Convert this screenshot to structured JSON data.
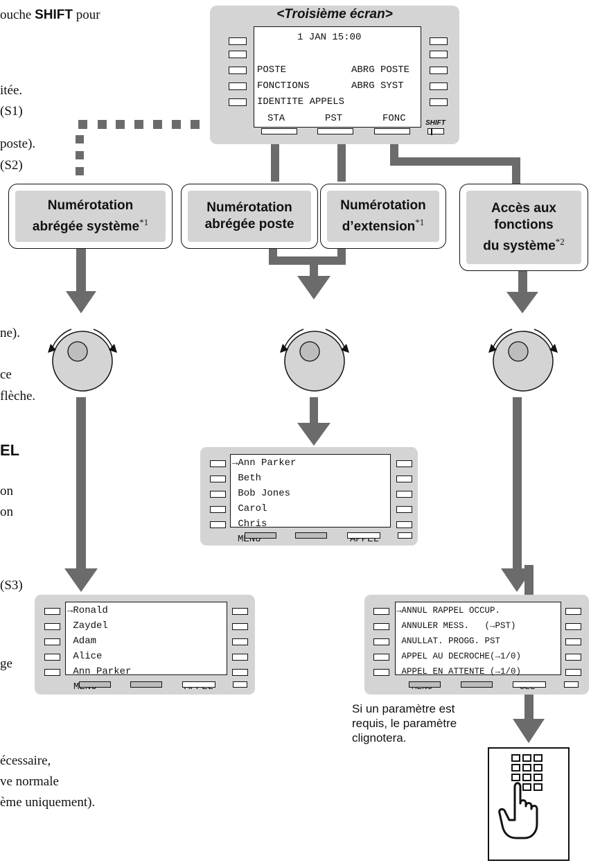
{
  "left_text": {
    "line_1_prefix": "ouche ",
    "line_1_key": "SHIFT",
    "line_1_suffix": " pour",
    "line_2": "itée.",
    "line_3": "(S1)",
    "line_4": "poste).",
    "line_5": "(S2)",
    "line_6": "ne).",
    "line_7": "ce",
    "line_8": "flèche.",
    "heading_fragment": "EL",
    "line_9": "on",
    "line_10": "on",
    "line_11": "(S3)",
    "line_12": "ge",
    "line_13": "écessaire,",
    "line_14": "ve normale",
    "line_15": "ème uniquement)."
  },
  "top_screen": {
    "title": "<Troisième écran>",
    "datetime": "1 JAN 15:00",
    "row_1_left": "POSTE",
    "row_1_right": "ABRG POSTE",
    "row_2_left": "FONCTIONS",
    "row_2_right": "ABRG SYST",
    "row_3": "IDENTITE APPELS",
    "softkey_1": "STA",
    "softkey_2": "PST",
    "softkey_3": "FONC",
    "shift_label": "SHIFT"
  },
  "bubbles": {
    "system_speed": {
      "line_1": "Numérotation",
      "line_2": "abrégée système",
      "note": "*1"
    },
    "station_speed": {
      "line_1": "Numérotation",
      "line_2": "abrégée poste"
    },
    "extension": {
      "line_1": "Numérotation",
      "line_2": "d’extension",
      "note": "*1"
    },
    "system_features": {
      "line_1": "Accès aux",
      "line_2": "fonctions",
      "line_3": "du système",
      "note": "*2"
    }
  },
  "screen_left": {
    "items": [
      "→Ronald",
      " Zaydel",
      " Adam",
      " Alice",
      " Ann Parker"
    ],
    "softkey_left": "MENU",
    "softkey_right": "APPEL"
  },
  "screen_middle": {
    "items": [
      "→Ann Parker",
      " Beth",
      " Bob Jones",
      " Carol",
      " Chris"
    ],
    "softkey_left": "MENU",
    "softkey_right": "APPEL"
  },
  "screen_right": {
    "items": [
      "→ANNUL RAPPEL OCCUP.",
      " ANNULER MESS.   (→PST)",
      " ANULLAT. PROGG. PST",
      " APPEL AU DECROCHE(→1/0)",
      " APPEL EN ATTENTE (→1/0)"
    ],
    "softkey_left": "MENU",
    "softkey_right": "SEL"
  },
  "parameter_note": {
    "line_1": "Si un paramètre est",
    "line_2": "requis, le paramètre",
    "line_3": "clignotera."
  },
  "colors": {
    "device_gray": "#d4d4d4",
    "arrow_gray": "#6b6b6b",
    "outline": "#111111"
  },
  "icons": [
    "jog-dial-icon",
    "keypad-press-icon"
  ]
}
